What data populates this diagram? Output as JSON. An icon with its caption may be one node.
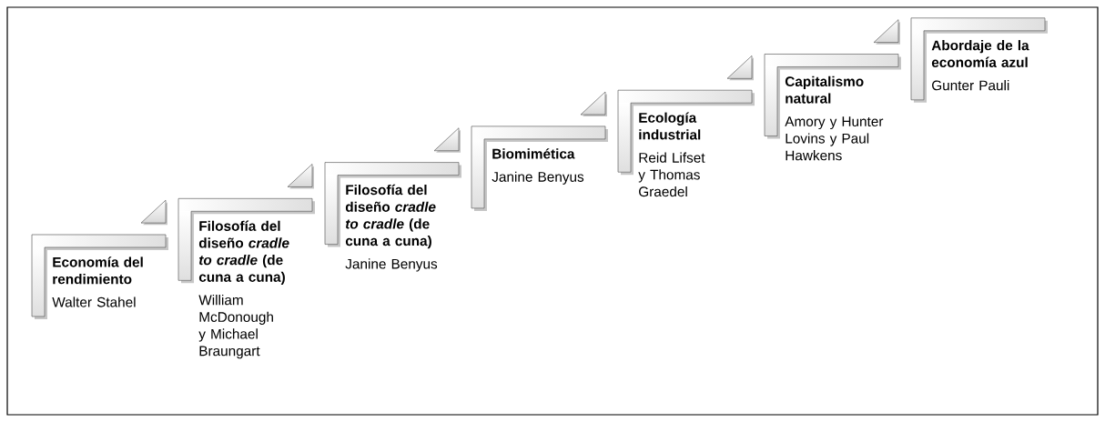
{
  "diagram": {
    "nodes": [
      {
        "text": [
          "Economía del rendimiento",
          "Walter Stahel"
        ]
      },
      {
        "text": [
          "Filosofía del diseño *cradle to cradle* (de cuna a cuna)",
          "William McDonough y Michael Braungart"
        ]
      },
      {
        "text": [
          "Filosofía del diseño *cradle to cradle* (de cuna a cuna)",
          "Janine Benyus"
        ]
      },
      {
        "text": [
          "Biomimética",
          "Janine Benyus"
        ]
      },
      {
        "text": [
          "Ecología industrial",
          "Reid Lifset y Thomas Graedel"
        ]
      },
      {
        "text": [
          "Capitalismo natural",
          "Amory y Hunter Lovins y Paul Hawkens"
        ]
      },
      {
        "text": [
          "Abordaje de la economía azul",
          "Gunter Pauli"
        ]
      }
    ],
    "edges": [
      {
        "from": 1,
        "to": 0,
        "arrow": "to"
      },
      {
        "from": 2,
        "to": 1,
        "arrow": "to"
      },
      {
        "from": 3,
        "to": 2,
        "arrow": "to"
      },
      {
        "from": 4,
        "to": 3,
        "arrow": "to"
      },
      {
        "from": 5,
        "to": 4,
        "arrow": "to"
      },
      {
        "from": 6,
        "to": 5,
        "arrow": "to"
      }
    ]
  }
}
